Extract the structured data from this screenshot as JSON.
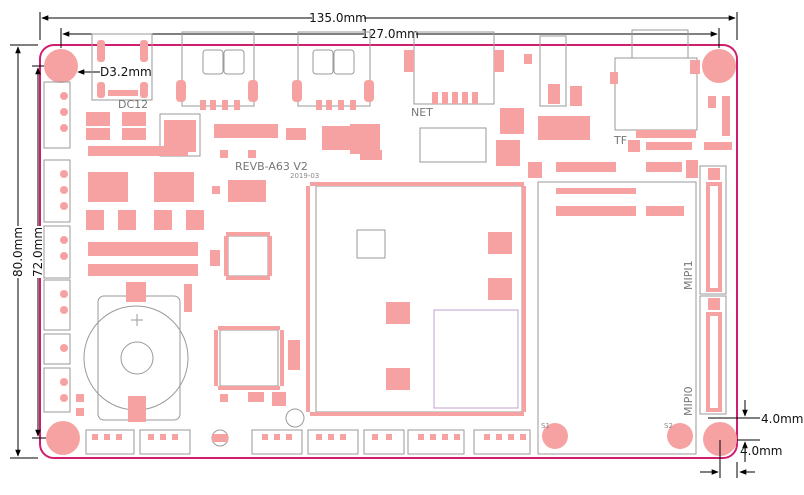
{
  "colors": {
    "board_outline": "#d01e6e",
    "pad": "#f7a2a2",
    "silk": "#9a9a9a",
    "dim_line": "#000000",
    "background": "#ffffff"
  },
  "dimensions": {
    "overall_width": "135.0mm",
    "hole_span_width": "127.0mm",
    "overall_height": "80.0mm",
    "hole_span_height": "72.0mm",
    "hole_diameter": "D3.2mm",
    "edge_offset_x": "4.0mm",
    "edge_offset_y": "4.0mm"
  },
  "silkscreen": {
    "dc_jack": "DC12",
    "board_name": "REVB-A63 V2",
    "board_date": "2019-03",
    "ethernet": "NET",
    "sd_card": "TF",
    "mipi1": "MIPI1",
    "mipi0": "MIPI0",
    "s1": "S1",
    "s2": "S2"
  }
}
